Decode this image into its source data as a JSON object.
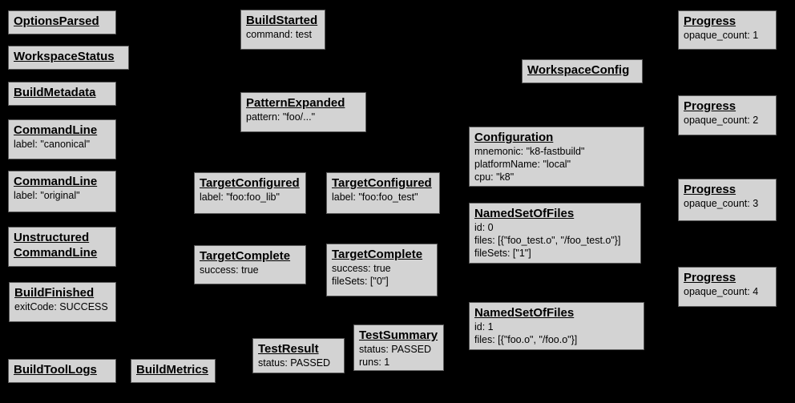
{
  "diagram": {
    "description": "Bazel Build Event Protocol event graph",
    "colors": {
      "background": "#000000",
      "node_fill": "#d3d3d3",
      "node_border": "#5a5a5a",
      "node_text": "#000000"
    }
  },
  "nodes": [
    {
      "title": "OptionsParsed",
      "lines": []
    },
    {
      "title": "WorkspaceStatus",
      "lines": []
    },
    {
      "title": "BuildMetadata",
      "lines": []
    },
    {
      "title": "CommandLine",
      "lines": [
        "label: \"canonical\""
      ]
    },
    {
      "title": "CommandLine",
      "lines": [
        "label: \"original\""
      ]
    },
    {
      "title": "Unstructured",
      "title2": "CommandLine",
      "lines": []
    },
    {
      "title": "BuildFinished",
      "lines": [
        "exitCode: SUCCESS"
      ]
    },
    {
      "title": "BuildToolLogs",
      "lines": []
    },
    {
      "title": "BuildMetrics",
      "lines": []
    },
    {
      "title": "BuildStarted",
      "lines": [
        "command: test"
      ]
    },
    {
      "title": "PatternExpanded",
      "lines": [
        "pattern: \"foo/...\""
      ]
    },
    {
      "title": "TargetConfigured",
      "lines": [
        "label: \"foo:foo_lib\""
      ]
    },
    {
      "title": "TargetConfigured",
      "lines": [
        "label: \"foo:foo_test\""
      ]
    },
    {
      "title": "TargetComplete",
      "lines": [
        "success: true"
      ]
    },
    {
      "title": "TargetComplete",
      "lines": [
        "success: true",
        "fileSets: [\"0\"]"
      ]
    },
    {
      "title": "TestResult",
      "lines": [
        "status: PASSED"
      ]
    },
    {
      "title": "TestSummary",
      "lines": [
        "status: PASSED",
        "runs: 1"
      ]
    },
    {
      "title": "WorkspaceConfig",
      "lines": []
    },
    {
      "title": "Configuration",
      "lines": [
        "mnemonic: \"k8-fastbuild\"",
        "platformName: \"local\"",
        "cpu: \"k8\""
      ]
    },
    {
      "title": "NamedSetOfFiles",
      "lines": [
        "id: 0",
        "files: [{\"foo_test.o\", \"/foo_test.o\"}]",
        "fileSets: [\"1\"]"
      ]
    },
    {
      "title": "NamedSetOfFiles",
      "lines": [
        "id: 1",
        "files: [{\"foo.o\", \"/foo.o\"}]"
      ]
    },
    {
      "title": "Progress",
      "lines": [
        "opaque_count: 1"
      ]
    },
    {
      "title": "Progress",
      "lines": [
        "opaque_count: 2"
      ]
    },
    {
      "title": "Progress",
      "lines": [
        "opaque_count: 3"
      ]
    },
    {
      "title": "Progress",
      "lines": [
        "opaque_count: 4"
      ]
    }
  ]
}
